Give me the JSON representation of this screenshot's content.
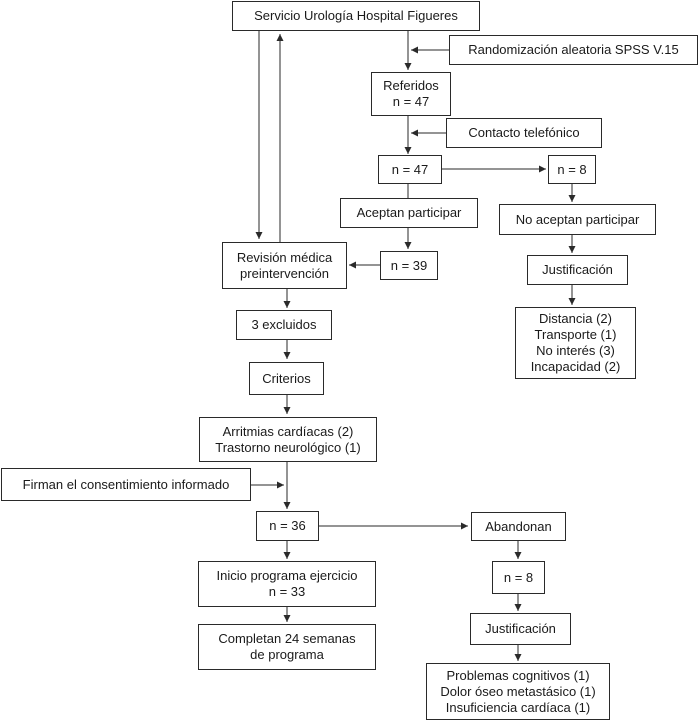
{
  "boxes": {
    "servicio": [
      "Servicio Urología Hospital Figueres"
    ],
    "randomizacion": [
      "Randomización aleatoria SPSS V.15"
    ],
    "referidos": [
      "Referidos",
      "n = 47"
    ],
    "contacto": [
      "Contacto telefónico"
    ],
    "n47": [
      "n = 47"
    ],
    "n8_top": [
      "n = 8"
    ],
    "aceptan": [
      "Aceptan participar"
    ],
    "no_aceptan": [
      "No aceptan participar"
    ],
    "revision": [
      "Revisión médica",
      "preintervención"
    ],
    "n39": [
      "n = 39"
    ],
    "justificacion_1": [
      "Justificación"
    ],
    "excluidos": [
      "3 excluidos"
    ],
    "razones_no": [
      "Distancia (2)",
      "Transporte (1)",
      "No interés (3)",
      "Incapacidad (2)"
    ],
    "criterios": [
      "Criterios"
    ],
    "arritmias": [
      "Arritmias cardíacas (2)",
      "Trastorno neurológico (1)"
    ],
    "consentimiento": [
      "Firman el consentimiento informado"
    ],
    "n36": [
      "n = 36"
    ],
    "abandonan": [
      "Abandonan"
    ],
    "inicio": [
      "Inicio programa ejercicio",
      "n = 33"
    ],
    "n8_bottom": [
      "n = 8"
    ],
    "completan": [
      "Completan 24 semanas",
      "de programa"
    ],
    "justificacion_2": [
      "Justificación"
    ],
    "razones_abandono": [
      "Problemas cognitivos (1)",
      "Dolor óseo metastásico (1)",
      "Insuficiencia cardíaca (1)"
    ]
  }
}
